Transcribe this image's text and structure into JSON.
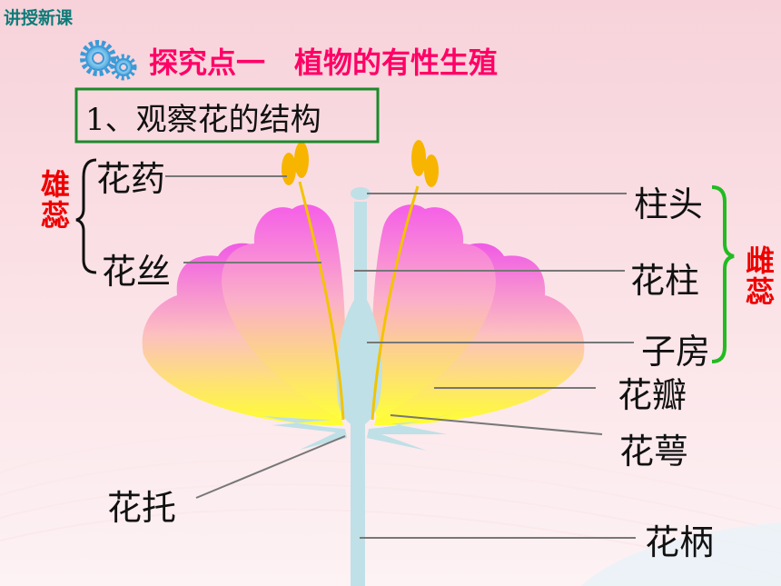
{
  "header": {
    "section_tag": "讲授新课",
    "heading": "探究点一　植物的有性生殖"
  },
  "subheading": "1、观察花的结构",
  "groups": {
    "stamen": "雄蕊",
    "pistil": "雌蕊"
  },
  "labels": {
    "anther": "花药",
    "filament": "花丝",
    "stigma": "柱头",
    "style": "花柱",
    "ovary": "子房",
    "petal": "花瓣",
    "sepal": "花萼",
    "receptacle": "花托",
    "pedicel": "花柄"
  },
  "colors": {
    "background_top": "#f8d6dc",
    "title_magenta": "#ff0066",
    "group_red": "#ee0000",
    "box_green": "#1b8a2b",
    "tag_teal": "#0e7b78",
    "petal_top": "#f860e8",
    "petal_bottom": "#ffff40",
    "pistil_blue": "#bfe0e6",
    "anther_yellow": "#f7b500",
    "bracket_green": "#22bb22"
  },
  "icons": [
    "gear-icon"
  ]
}
